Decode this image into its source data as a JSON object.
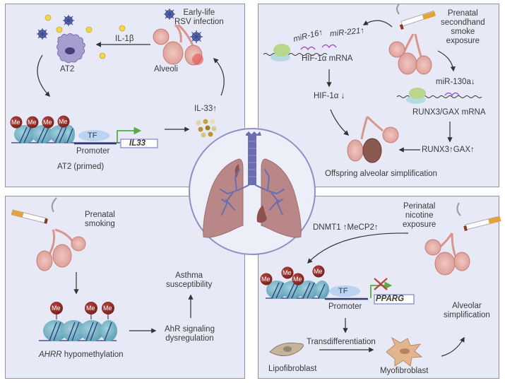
{
  "colors": {
    "panel_bg": "#e7e9f6",
    "panel_border": "#8f93a8",
    "me_red": "#8e2a26",
    "nucleosome": "#6fb3c6",
    "dna_line": "#2d3a7a",
    "tf_blue": "#b9d3f2",
    "arrow_green": "#5aa848",
    "mirna_purple": "#a65cc4",
    "lung_pink": "#b98787",
    "airway_blue": "#6a6eb0"
  },
  "center": {
    "icon": "lungs-icon"
  },
  "panel_top_left": {
    "trigger": "Early-life\nRSV infection",
    "trigger_line1": "Early-life",
    "trigger_line2": "RSV infection",
    "alveoli_label": "Alveoli",
    "cytokine_label": "IL-1β",
    "cell_label": "AT2",
    "me_labels": [
      "Me",
      "Me",
      "Me",
      "Me"
    ],
    "tf_label": "TF",
    "promoter_label": "Promoter",
    "gene_label": "IL33",
    "primed_label": "AT2 (primed)",
    "output_label": "IL-33↑"
  },
  "panel_top_right": {
    "trigger_line1": "Prenatal",
    "trigger_line2": "secondhand",
    "trigger_line3": "smoke",
    "trigger_line4": "exposure",
    "mirna_1": "miR-16↑",
    "mirna_2": "miR-221↑",
    "mrna_1": "HIF-1α mRNA",
    "protein_1": "HIF-1α ↓",
    "mirna_3": "miR-130a↓",
    "mrna_2": "RUNX3/GAX mRNA",
    "protein_2": "RUNX3↑GAX↑",
    "outcome": "Offspring alveolar simplification"
  },
  "panel_bottom_left": {
    "trigger_line1": "Prenatal",
    "trigger_line2": "smoking",
    "me_labels": [
      "Me",
      "Me",
      "Me"
    ],
    "gene_italic": "AHRR",
    "gene_caption": " hypomethylation",
    "signal_line1": "AhR signaling",
    "signal_line2": "dysregulation",
    "outcome_line1": "Asthma",
    "outcome_line2": "susceptibility"
  },
  "panel_bottom_right": {
    "trigger_line1": "Perinatal",
    "trigger_line2": "nicotine",
    "trigger_line3": "exposure",
    "enzymes": "DNMT1 ↑MeCP2↑",
    "me_labels": [
      "Me",
      "Me",
      "Me",
      "Me"
    ],
    "tf_label": "TF",
    "promoter_label": "Promoter",
    "gene_label": "PPARG",
    "process_label": "Transdifferentiation",
    "cell_1": "Lipofibroblast",
    "cell_2": "Myofibroblast",
    "outcome_line1": "Alveolar",
    "outcome_line2": "simplification"
  }
}
